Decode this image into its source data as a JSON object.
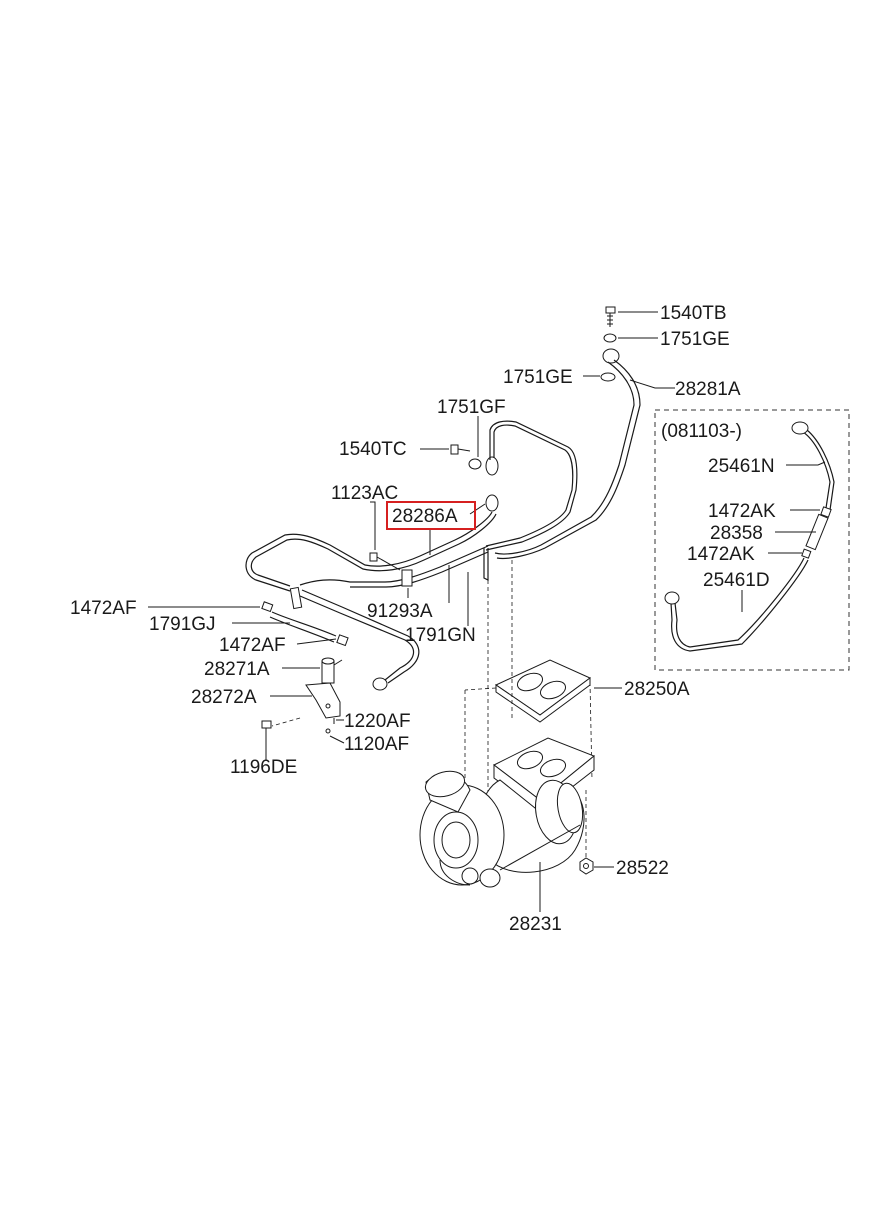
{
  "highlight_color": "#d62020",
  "variant_note": "(081103-)",
  "labels": {
    "l1540TB": "1540TB",
    "l1751GE_top": "1751GE",
    "l1751GE_mid": "1751GE",
    "l28281A": "28281A",
    "l1751GF": "1751GF",
    "l1540TC": "1540TC",
    "l1123AC": "1123AC",
    "l28286A": "28286A",
    "l91293A": "91293A",
    "l1791GN": "1791GN",
    "l1472AF_a": "1472AF",
    "l1791GJ": "1791GJ",
    "l1472AF_b": "1472AF",
    "l28271A": "28271A",
    "l28272A": "28272A",
    "l1220AF": "1220AF",
    "l1120AF": "1120AF",
    "l1196DE": "1196DE",
    "l28250A": "28250A",
    "l28522": "28522",
    "l28231": "28231",
    "l25461N": "25461N",
    "l1472AK_a": "1472AK",
    "l28358": "28358",
    "l1472AK_b": "1472AK",
    "l25461D": "25461D"
  }
}
